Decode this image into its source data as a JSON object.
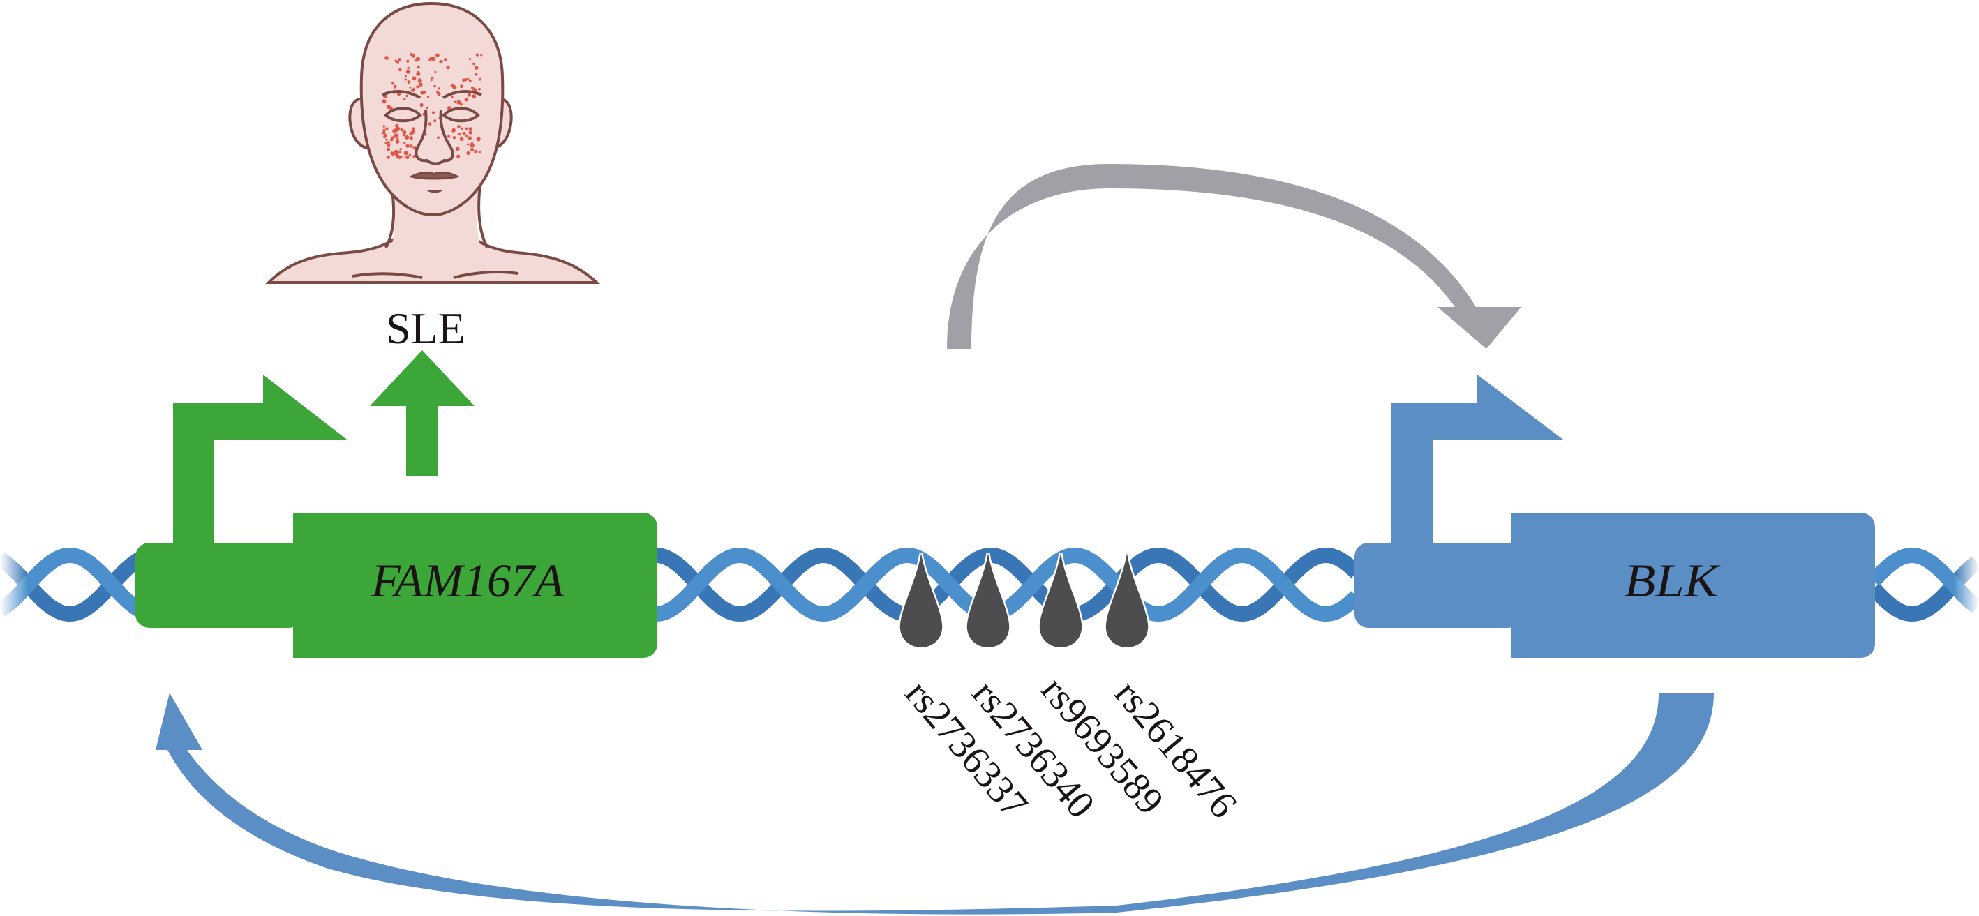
{
  "figure": {
    "description": "SNPs in the FAM167A-BLK intergenic region associated with SLE",
    "colors": {
      "fam167a_green": "#3da639",
      "blk_blue": "#5a8ec5",
      "dna_strand_dark": "#3976b5",
      "dna_strand_light": "#4b90cd",
      "snp_gray": "#4d4d4f",
      "regulation_arrow_gray": "#a0a0a6",
      "feedback_arrow_blue": "#5a8ec5",
      "skin": "#f3dad6",
      "skin_outline": "#7a4a45",
      "rash": "#e0564a",
      "text": "#1a1414"
    }
  },
  "disease": {
    "label": "SLE",
    "icon": "patient-face-with-malar-rash"
  },
  "genes": [
    {
      "id": "fam167a",
      "label": "FAM167A",
      "color_key": "fam167a_green",
      "promoter_icon": "promoter-bent-arrow"
    },
    {
      "id": "blk",
      "label": "BLK",
      "color_key": "blk_blue",
      "promoter_icon": "promoter-bent-arrow"
    }
  ],
  "snps": [
    {
      "label": "rs2736337"
    },
    {
      "label": "rs2736340"
    },
    {
      "label": "rs9693589"
    },
    {
      "label": "rs2618476"
    }
  ],
  "arrows": {
    "upregulation": {
      "icon": "up-arrow",
      "from": "FAM167A",
      "to": "SLE"
    },
    "snp_to_blk": {
      "icon": "curved-arrow-gray",
      "from": "SNPs",
      "to": "BLK"
    },
    "blk_to_fam167a": {
      "icon": "curved-arrow-blue",
      "from": "BLK",
      "to": "FAM167A"
    }
  }
}
